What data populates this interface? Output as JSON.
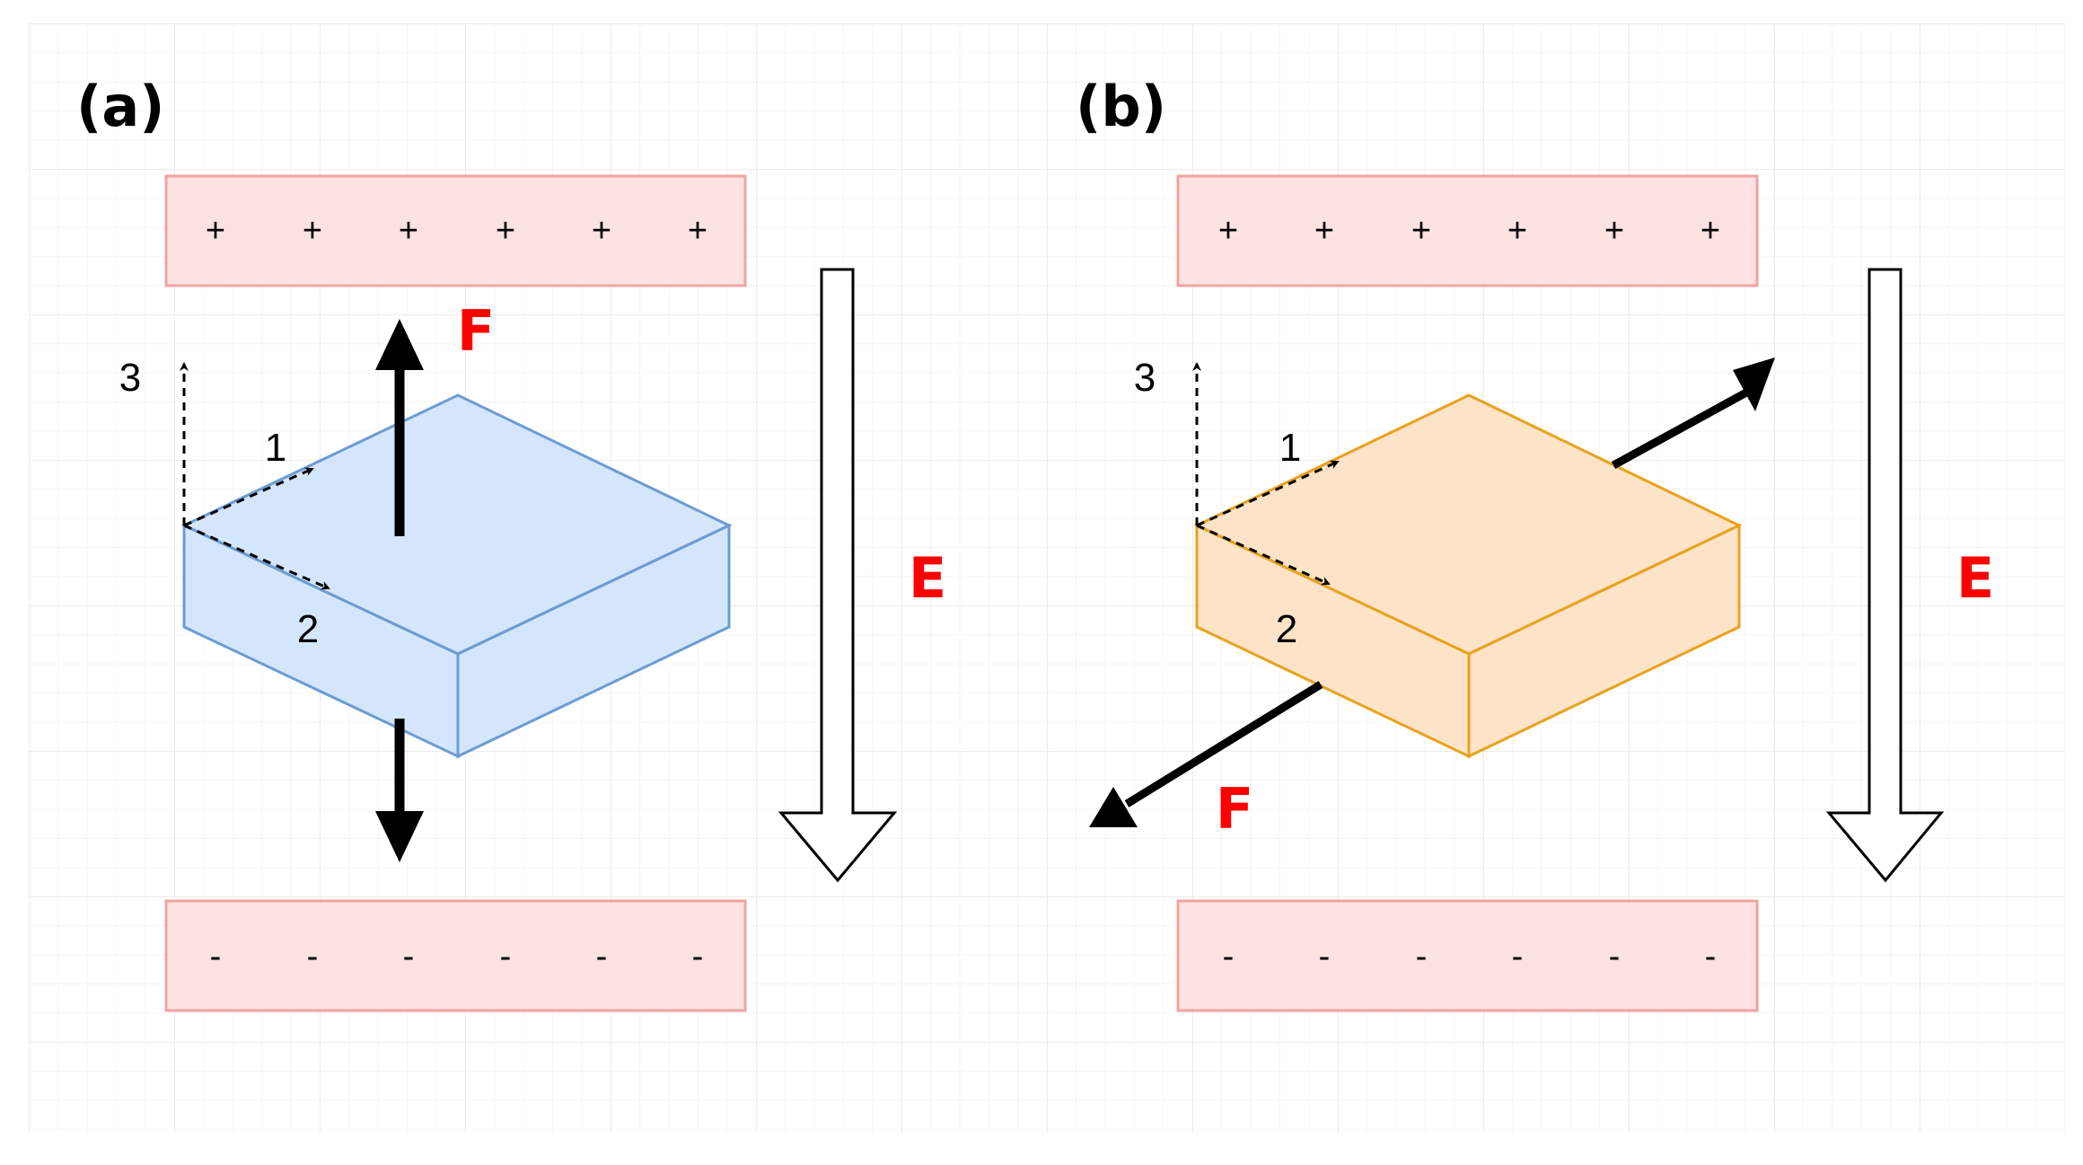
{
  "panels": [
    {
      "label": "(a)",
      "positive_signs": [
        "+",
        "+",
        "+",
        "+",
        "+",
        "+"
      ],
      "negative_signs": [
        "-",
        "-",
        "-",
        "-",
        "-",
        "-"
      ],
      "axes": {
        "axis1": "1",
        "axis2": "2",
        "axis3": "3"
      },
      "force_label": "F",
      "field_label": "E",
      "block_fill": "#d4e6fb",
      "block_stroke": "#6c9bd4",
      "force_direction": "vertical (along axis 3)"
    },
    {
      "label": "(b)",
      "positive_signs": [
        "+",
        "+",
        "+",
        "+",
        "+",
        "+"
      ],
      "negative_signs": [
        "-",
        "-",
        "-",
        "-",
        "-",
        "-"
      ],
      "axes": {
        "axis1": "1",
        "axis2": "2",
        "axis3": "3"
      },
      "force_label": "F",
      "field_label": "E",
      "block_fill": "#fde3c8",
      "block_stroke": "#e8a21c",
      "force_direction": "in-plane (along axis 1)"
    }
  ],
  "colors": {
    "plate_fill": "#fde2e2",
    "plate_stroke": "#f0a3a3",
    "label_red": "#ff0000"
  }
}
